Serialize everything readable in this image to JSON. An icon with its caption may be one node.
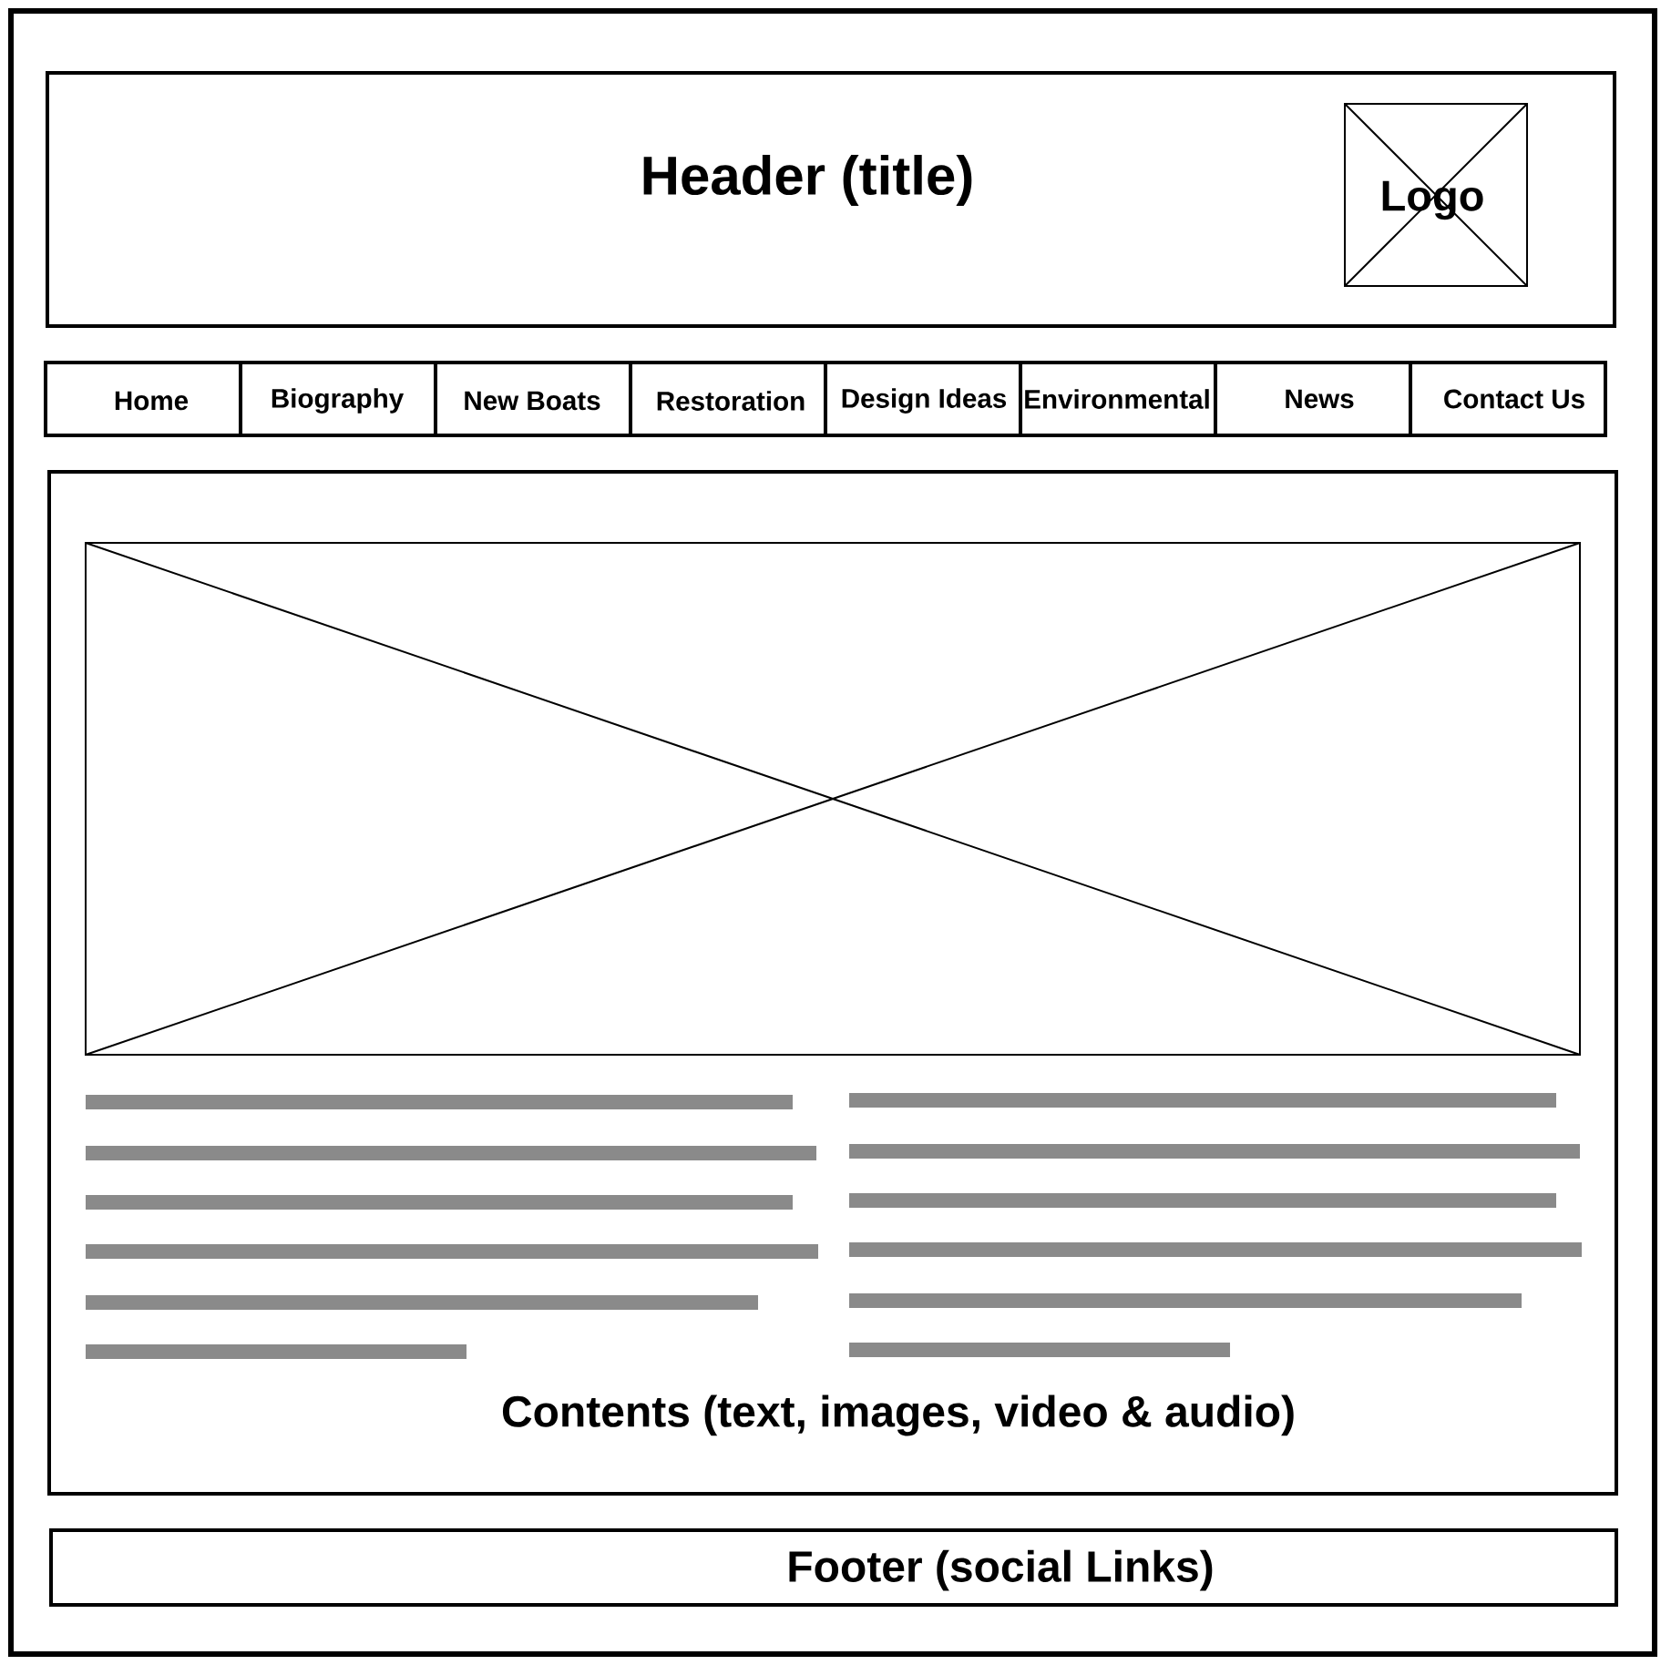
{
  "diagram": {
    "nodes": [
      {
        "text": [
          "Header (title)"
        ]
      },
      {
        "text": [
          "Logo"
        ],
        "in": 0
      },
      {
        "text": [
          "Home"
        ]
      },
      {
        "text": [
          "Biography"
        ]
      },
      {
        "text": [
          "New Boats"
        ]
      },
      {
        "text": [
          "Restoration"
        ]
      },
      {
        "text": [
          "Design Ideas"
        ]
      },
      {
        "text": [
          "Environmental"
        ]
      },
      {
        "text": [
          "News"
        ]
      },
      {
        "text": [
          "Contact Us"
        ]
      },
      {
        "text": [
          "Contents (text, images, video & audio)"
        ]
      },
      {
        "text": [],
        "shape": "box",
        "in": 10
      },
      {
        "text": [
          "Footer (social Links)"
        ]
      }
    ]
  }
}
